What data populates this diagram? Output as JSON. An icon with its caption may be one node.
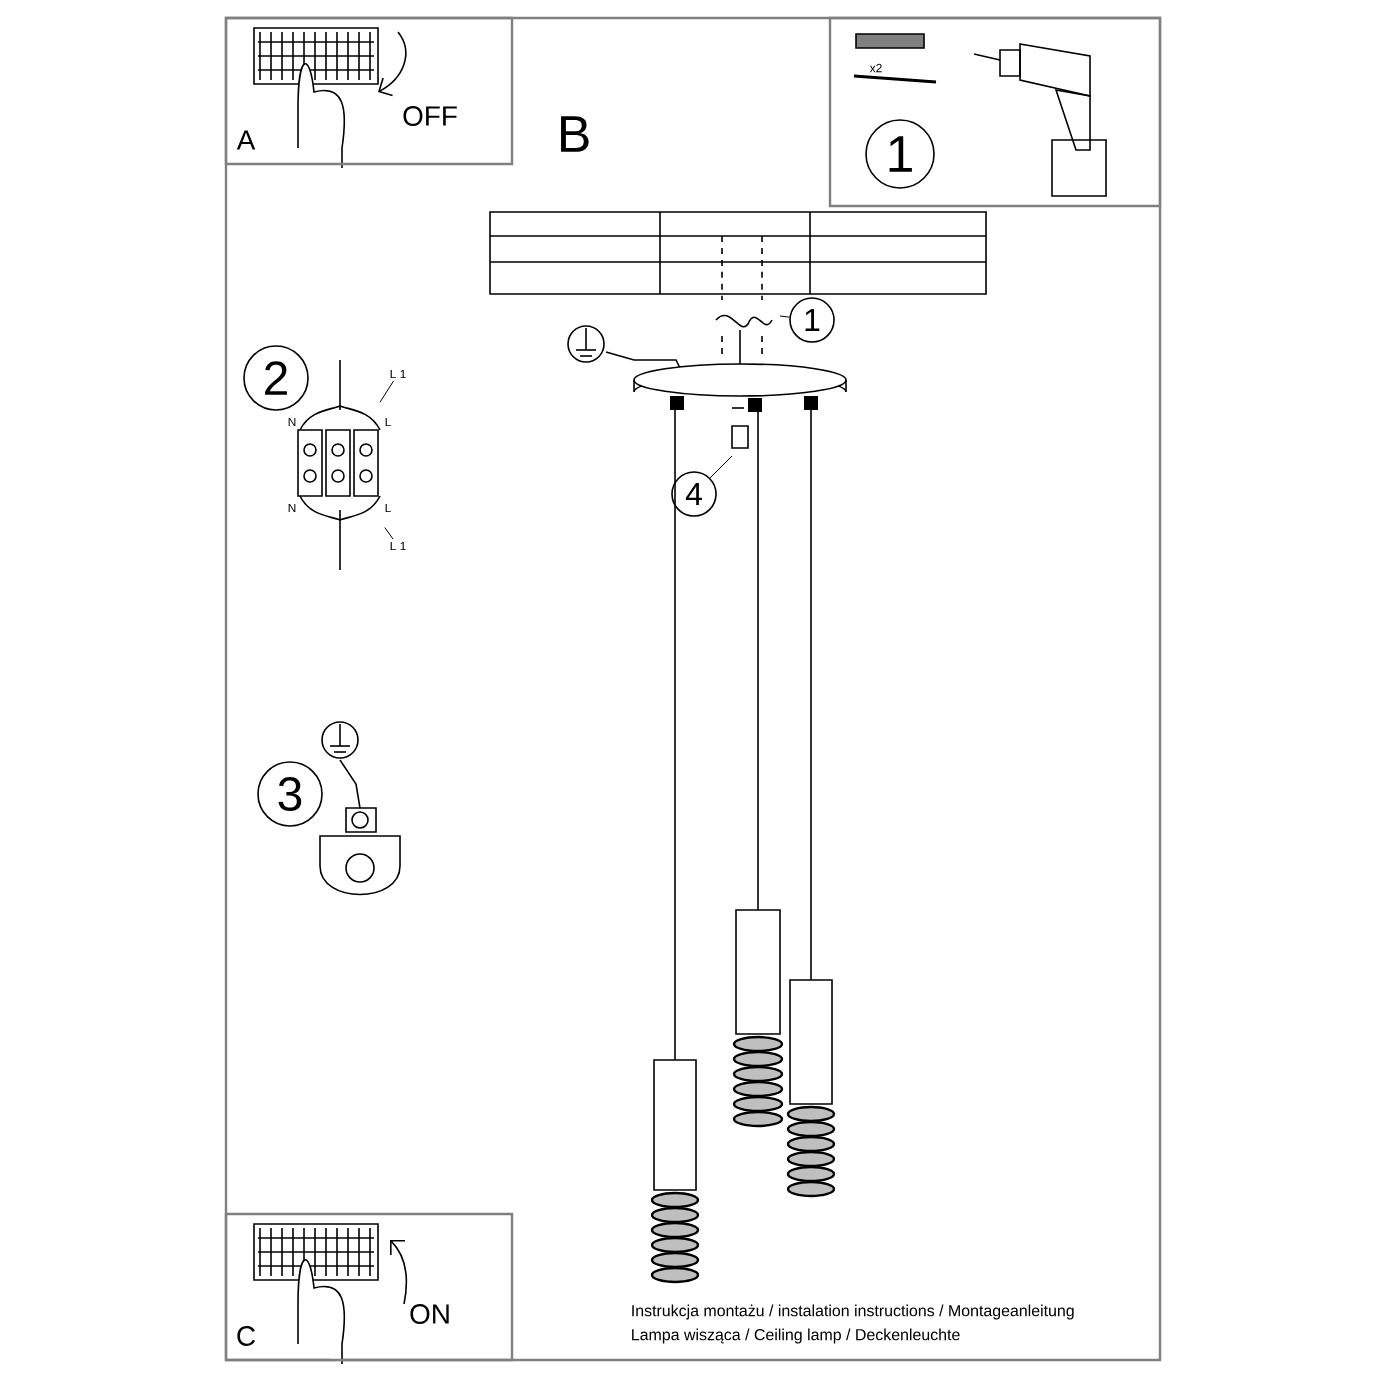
{
  "diagram": {
    "nodes": [
      {
        "text": [
          "OFF",
          "A"
        ]
      },
      {
        "text": [
          "x2"
        ]
      },
      {
        "text": [
          "1"
        ],
        "in": 1
      },
      {
        "text": [
          "1"
        ]
      },
      {
        "text": [
          "2"
        ]
      },
      {
        "text": [
          "L 1"
        ]
      },
      {
        "text": [
          "L 1"
        ]
      },
      {
        "text": [
          "3"
        ]
      },
      {
        "text": [
          "4"
        ]
      },
      {
        "text": [
          "ON",
          "C"
        ]
      },
      {
        "text": [],
        "shape": "picture"
      }
    ],
    "edges": [
      {
        "from": 3,
        "to": null,
        "arrow": "none"
      },
      {
        "from": 5,
        "to": 10,
        "arrow": "none"
      },
      {
        "from": 6,
        "to": 10,
        "arrow": "none"
      },
      {
        "from": 8,
        "to": null,
        "arrow": "none"
      }
    ],
    "labels": [
      "B",
      "N",
      "L",
      "N",
      "L",
      "Instrukcja montażu / instalation instructions / Montageanleitung",
      "Lampa wisząca / Ceiling lamp / Deckenleuchte"
    ]
  }
}
